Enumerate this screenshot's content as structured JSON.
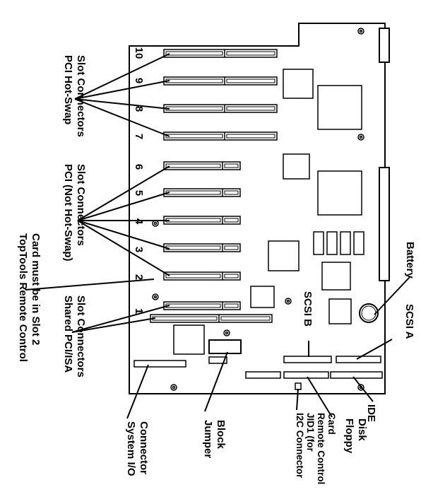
{
  "labels": {
    "pci_hotswap_line1": "PCI Hot-Swap",
    "pci_hotswap_line2": "Slot Connectors",
    "pci_nonhotswap_line1": "PCI (Not Hot-Swap)",
    "pci_nonhotswap_line2": "Slot Connectors",
    "toptools_line1": "TopTools Remote Control",
    "toptools_line2": "Card must be in Slot 2",
    "shared_line1": "Shared PCI/ISA",
    "shared_line2": "Slot Connectors",
    "battery": "Battery",
    "scsi_a": "SCSI A",
    "scsi_b": "SCSI B",
    "ide": "IDE",
    "floppy_line1": "Floppy",
    "floppy_line2": "Disk",
    "i2c_line1": "I2C Connector",
    "i2c_line2": "JID1 (for",
    "i2c_line3": "Remote Control",
    "i2c_line4": "Card",
    "jumper_line1": "Jumper",
    "jumper_line2": "Block",
    "sysio_line1": "System I/O",
    "sysio_line2": "Connector"
  },
  "slot_numbers": {
    "s10": "10",
    "s9": "9",
    "s8": "8",
    "s7": "7",
    "s6": "6",
    "s5": "5",
    "s4": "4",
    "s3": "3",
    "s2": "2",
    "s1": "1"
  }
}
